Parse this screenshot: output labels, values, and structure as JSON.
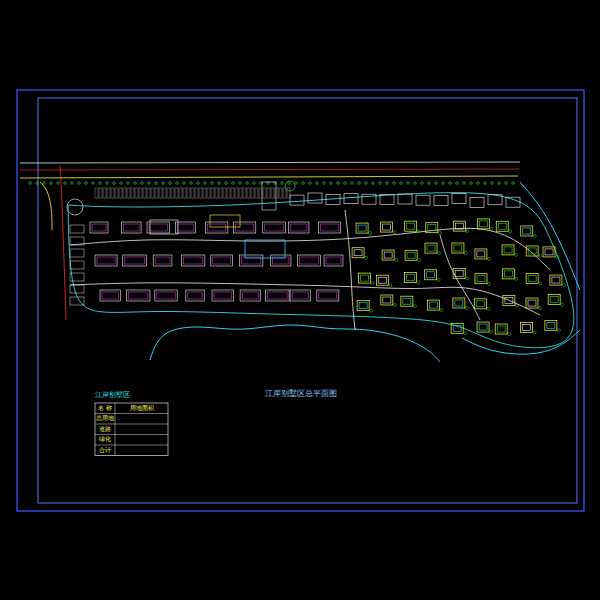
{
  "diagram": {
    "title": "江岸别墅区总平面图",
    "labels": [
      "江岸别墅区",
      "名 称",
      "用地面积",
      "总用地",
      "道路",
      "绿化",
      "合计"
    ]
  }
}
